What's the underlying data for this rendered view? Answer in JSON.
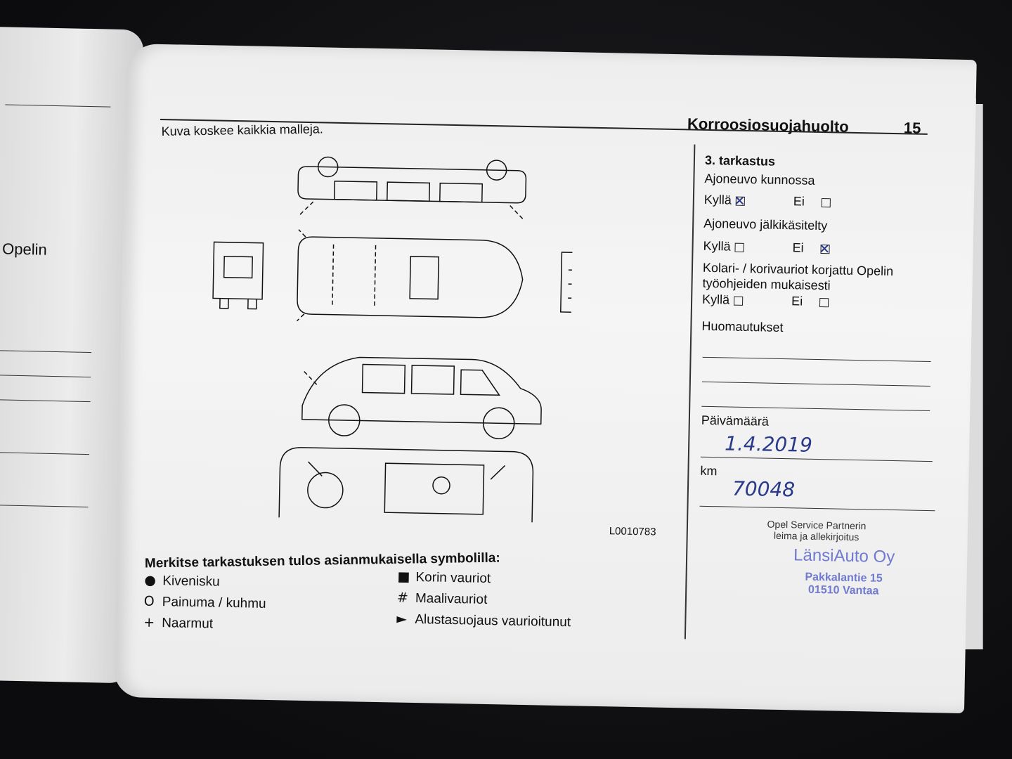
{
  "header": {
    "section_title": "Korroosiosuojahuolto",
    "page_number": "15",
    "note": "Kuva koskee kaikkia malleja."
  },
  "left_page": {
    "fragment": "Opelin"
  },
  "figure": {
    "code": "L0010783"
  },
  "inspection": {
    "title": "3. tarkastus",
    "q1": "Ajoneuvo kunnossa",
    "q2": "Ajoneuvo jälkikäsitelty",
    "q3": "Kolari- / korivauriot korjattu Opelin työohjeiden mukaisesti",
    "yes": "Kyllä",
    "no": "Ei",
    "answers": {
      "q1": "yes",
      "q2": "no",
      "q3": "none"
    },
    "remarks_label": "Huomautukset",
    "date_label": "Päivämäärä",
    "date_value": "1.4.2019",
    "km_label": "km",
    "km_value": "70048",
    "partner_label": "Opel Service Partnerin leima ja allekirjoitus"
  },
  "stamp": {
    "name": "LänsiAuto Oy",
    "street": "Pakkalantie 15",
    "city": "01510 Vantaa"
  },
  "legend": {
    "heading": "Merkitse tarkastuksen tulos asianmukaisella symbolilla:",
    "items": [
      {
        "symbol": "●",
        "label": "Kivenisku"
      },
      {
        "symbol": "O",
        "label": "Painuma / kuhmu"
      },
      {
        "symbol": "+",
        "label": "Naarmut"
      },
      {
        "symbol": "■",
        "label": "Korin vauriot"
      },
      {
        "symbol": "#",
        "label": "Maalivauriot"
      },
      {
        "symbol": "►",
        "label": "Alustasuojaus vaurioitunut"
      }
    ]
  }
}
